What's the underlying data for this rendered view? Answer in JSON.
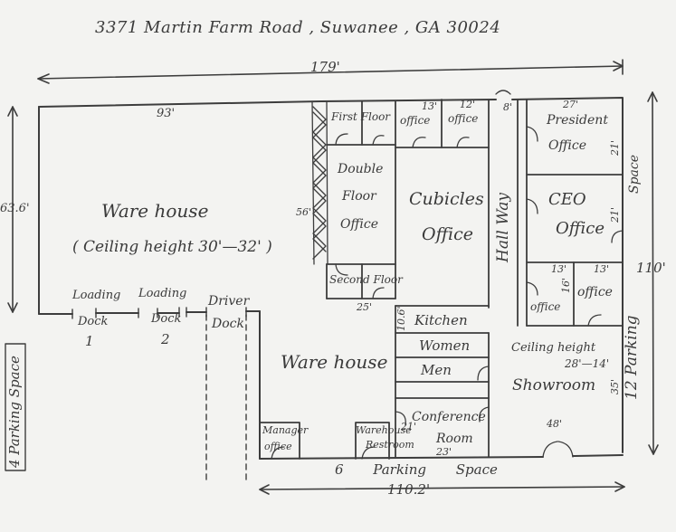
{
  "address": "3371 Martin Farm Road , Suwanee , GA 30024",
  "dimensions": {
    "overall_width": "179'",
    "warehouse_width": "93'",
    "left_height": "63.6'",
    "stair_width": "56'",
    "right_height": "110'",
    "bottom_width": "110.2'",
    "hall_width": "8'",
    "office1_width": "13'",
    "office2_width": "12'",
    "president_width": "27'",
    "president_depth": "21'",
    "ceo_depth": "21'",
    "office3_width": "13'",
    "office4_width": "13'",
    "office_depth": "16'",
    "second_floor_width": "25'",
    "kitchen_depth": "10.6'",
    "conference_depth": "21'",
    "conference_width": "23'",
    "showroom_depth": "35'",
    "showroom_width": "48'"
  },
  "rooms": {
    "warehouse_main": "Ware house",
    "ceiling_note": "( Ceiling height 30'—32' )",
    "first_floor": "First Floor",
    "double_floor_office": [
      "Double",
      "Floor",
      "Office"
    ],
    "second_floor": "Second Floor",
    "office_a": "office",
    "office_b": "office",
    "cubicles": [
      "Cubicles",
      "Office"
    ],
    "hallway": "Hall Way",
    "president": [
      "President",
      "Office"
    ],
    "ceo": [
      "CEO",
      "Office"
    ],
    "office_c": "office",
    "office_d": "office",
    "kitchen": "Kitchen",
    "women": "Women",
    "men": "Men",
    "warehouse_lower": "Ware house",
    "manager": [
      "Manager",
      "office"
    ],
    "restroom": [
      "Warehouse",
      "Restroom"
    ],
    "conference": [
      "Conference",
      "Room"
    ],
    "showroom_ceiling": "Ceiling height",
    "showroom_ceiling_value": "28'—14'",
    "showroom": "Showroom"
  },
  "docks": {
    "loading1": [
      "Loading",
      "Dock",
      "1"
    ],
    "loading2": [
      "Loading",
      "Dock",
      "2"
    ],
    "driver": [
      "Driver",
      "Dock"
    ]
  },
  "parking": {
    "left": "4 Parking Space",
    "right_top": "Space",
    "right": "12 Parking",
    "bottom": "6 Parking Space"
  }
}
